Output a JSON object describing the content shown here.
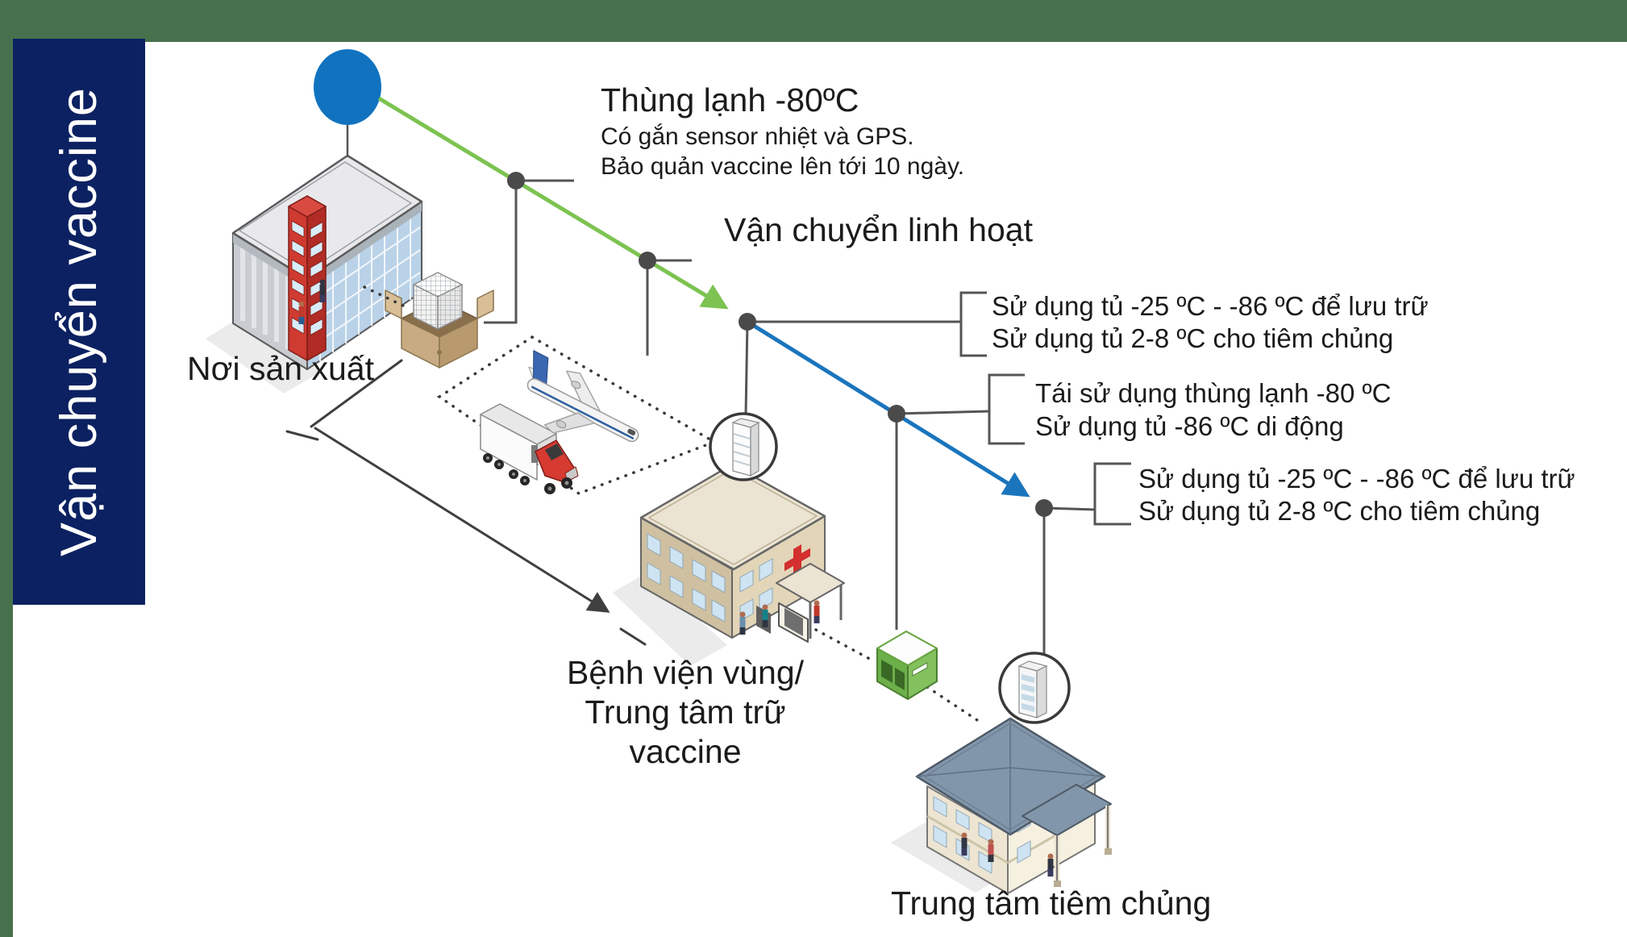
{
  "banner": {
    "title": "Vận chuyển vaccine"
  },
  "annotations": {
    "cold_box_title": "Thùng lạnh -80ºC",
    "cold_box_line1": "Có gắn sensor nhiệt và GPS.",
    "cold_box_line2": "Bảo quản vaccine lên tới 10 ngày.",
    "flexible_transport": "Vận chuyển linh hoạt",
    "storage_note_top_line1": "Sử dụng tủ -25 ºC - -86 ºC để lưu trữ",
    "storage_note_top_line2": "Sử dụng tủ 2-8 ºC cho tiêm chủng",
    "reuse_note_line1": "Tái sử dụng thùng lạnh -80 ºC",
    "reuse_note_line2": "Sử dụng tủ -86 ºC di động",
    "storage_note_bottom_line1": "Sử dụng tủ -25 ºC - -86 ºC để lưu trữ",
    "storage_note_bottom_line2": "Sử dụng tủ 2-8 ºC cho tiêm chủng"
  },
  "locations": {
    "factory_label": "Nơi sản xuất",
    "hospital_label_line1": "Bệnh viện vùng/",
    "hospital_label_line2": "Trung tâm trữ vaccine",
    "vaccination_center_label": "Trung tâm tiêm chủng"
  },
  "colors": {
    "banner_bg": "#0b2161",
    "frame_green": "#47714d",
    "route_green": "#7cc351",
    "route_blue": "#1b75bc",
    "node_gray": "#4a4a4a",
    "start_circle_blue": "#1173c0"
  }
}
